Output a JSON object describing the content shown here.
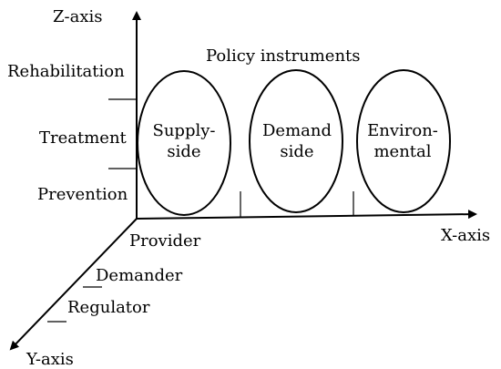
{
  "axes": {
    "z_label": "Z-axis",
    "x_label": "X-axis",
    "y_label": "Y-axis"
  },
  "z_levels": [
    "Rehabilitation",
    "Treatment",
    "Prevention"
  ],
  "y_levels": [
    "Provider",
    "Demander",
    "Regulator"
  ],
  "group_title": "Policy instruments",
  "instruments": [
    {
      "line1": "Supply-",
      "line2": "side"
    },
    {
      "line1": "Demand",
      "line2": "side"
    },
    {
      "line1": "Environ-",
      "line2": "mental"
    }
  ]
}
